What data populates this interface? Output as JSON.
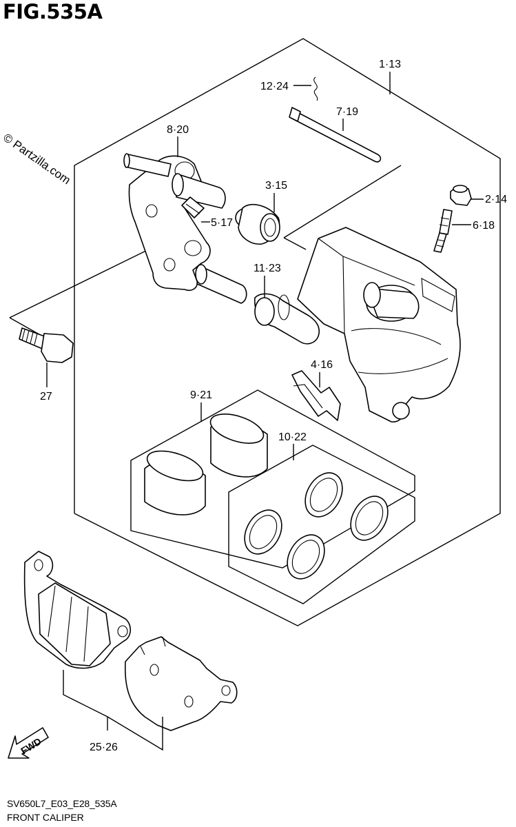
{
  "figure": {
    "title": "FIG.535A",
    "code": "SV650L7_E03_E28_535A",
    "caption": "FRONT CALIPER",
    "watermark": "© Partzilla.com",
    "fwd_label": "FWD"
  },
  "callouts": {
    "c1_13": "1·13",
    "c12_24": "12·24",
    "c7_19": "7·19",
    "c8_20": "8·20",
    "c3_15": "3·15",
    "c2_14": "2·14",
    "c5_17": "5·17",
    "c6_18": "6·18",
    "c11_23": "11·23",
    "c4_16": "4·16",
    "c27": "27",
    "c9_21": "9·21",
    "c10_22": "10·22",
    "c25_26": "25·26"
  }
}
